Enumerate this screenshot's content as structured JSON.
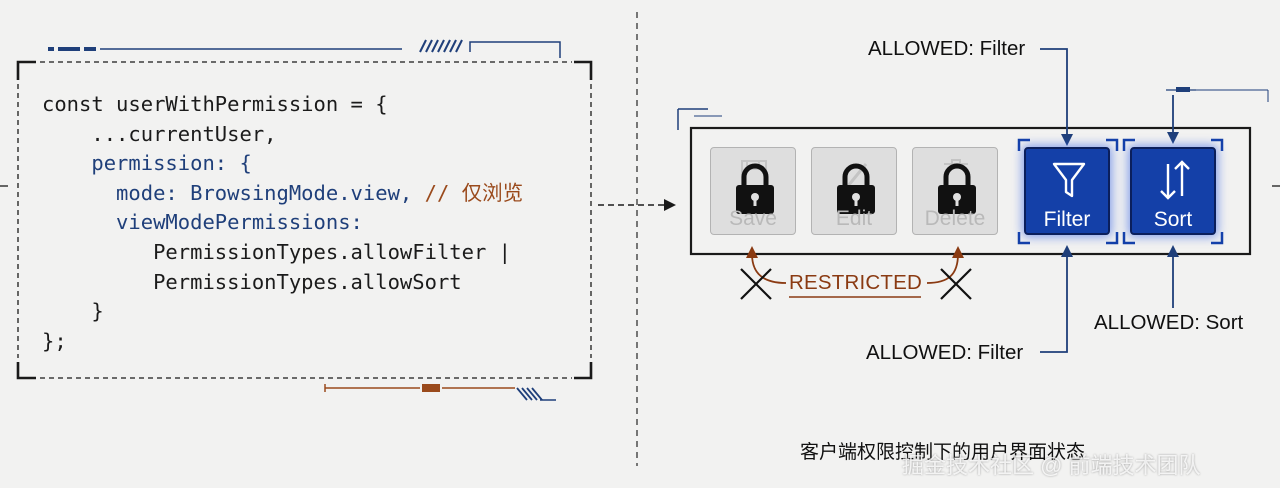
{
  "code": {
    "lines": [
      "const userWithPermission = {",
      "    ...currentUser,",
      "    permission: {",
      "      mode: BrowsingMode.view, // 仅浏览",
      "      viewModePermissions:",
      "         PermissionTypes.allowFilter |",
      "         PermissionTypes.allowSort",
      "    }",
      "};"
    ]
  },
  "toolbar": {
    "buttons": [
      {
        "label": "Save",
        "icon": "save-icon",
        "locked": true
      },
      {
        "label": "Edit",
        "icon": "edit-icon",
        "locked": true
      },
      {
        "label": "Delete",
        "icon": "delete-icon",
        "locked": true
      },
      {
        "label": "Filter",
        "icon": "filter-icon",
        "locked": false
      },
      {
        "label": "Sort",
        "icon": "sort-arrows-icon",
        "locked": false
      }
    ]
  },
  "annotations": {
    "allowed_filter_top": "ALLOWED: Filter",
    "allowed_filter_bottom": "ALLOWED: Filter",
    "allowed_sort": "ALLOWED: Sort",
    "restricted": "RESTRICTED"
  },
  "caption": "客户端权限控制下的用户界面状态",
  "watermark": "掘金技术社区 @ 前端技术团队",
  "colors": {
    "background": "#f2f2f1",
    "accent_blue": "#1440a8",
    "restricted_brown": "#8a3a12",
    "dark_frame": "#1a1a1a"
  }
}
